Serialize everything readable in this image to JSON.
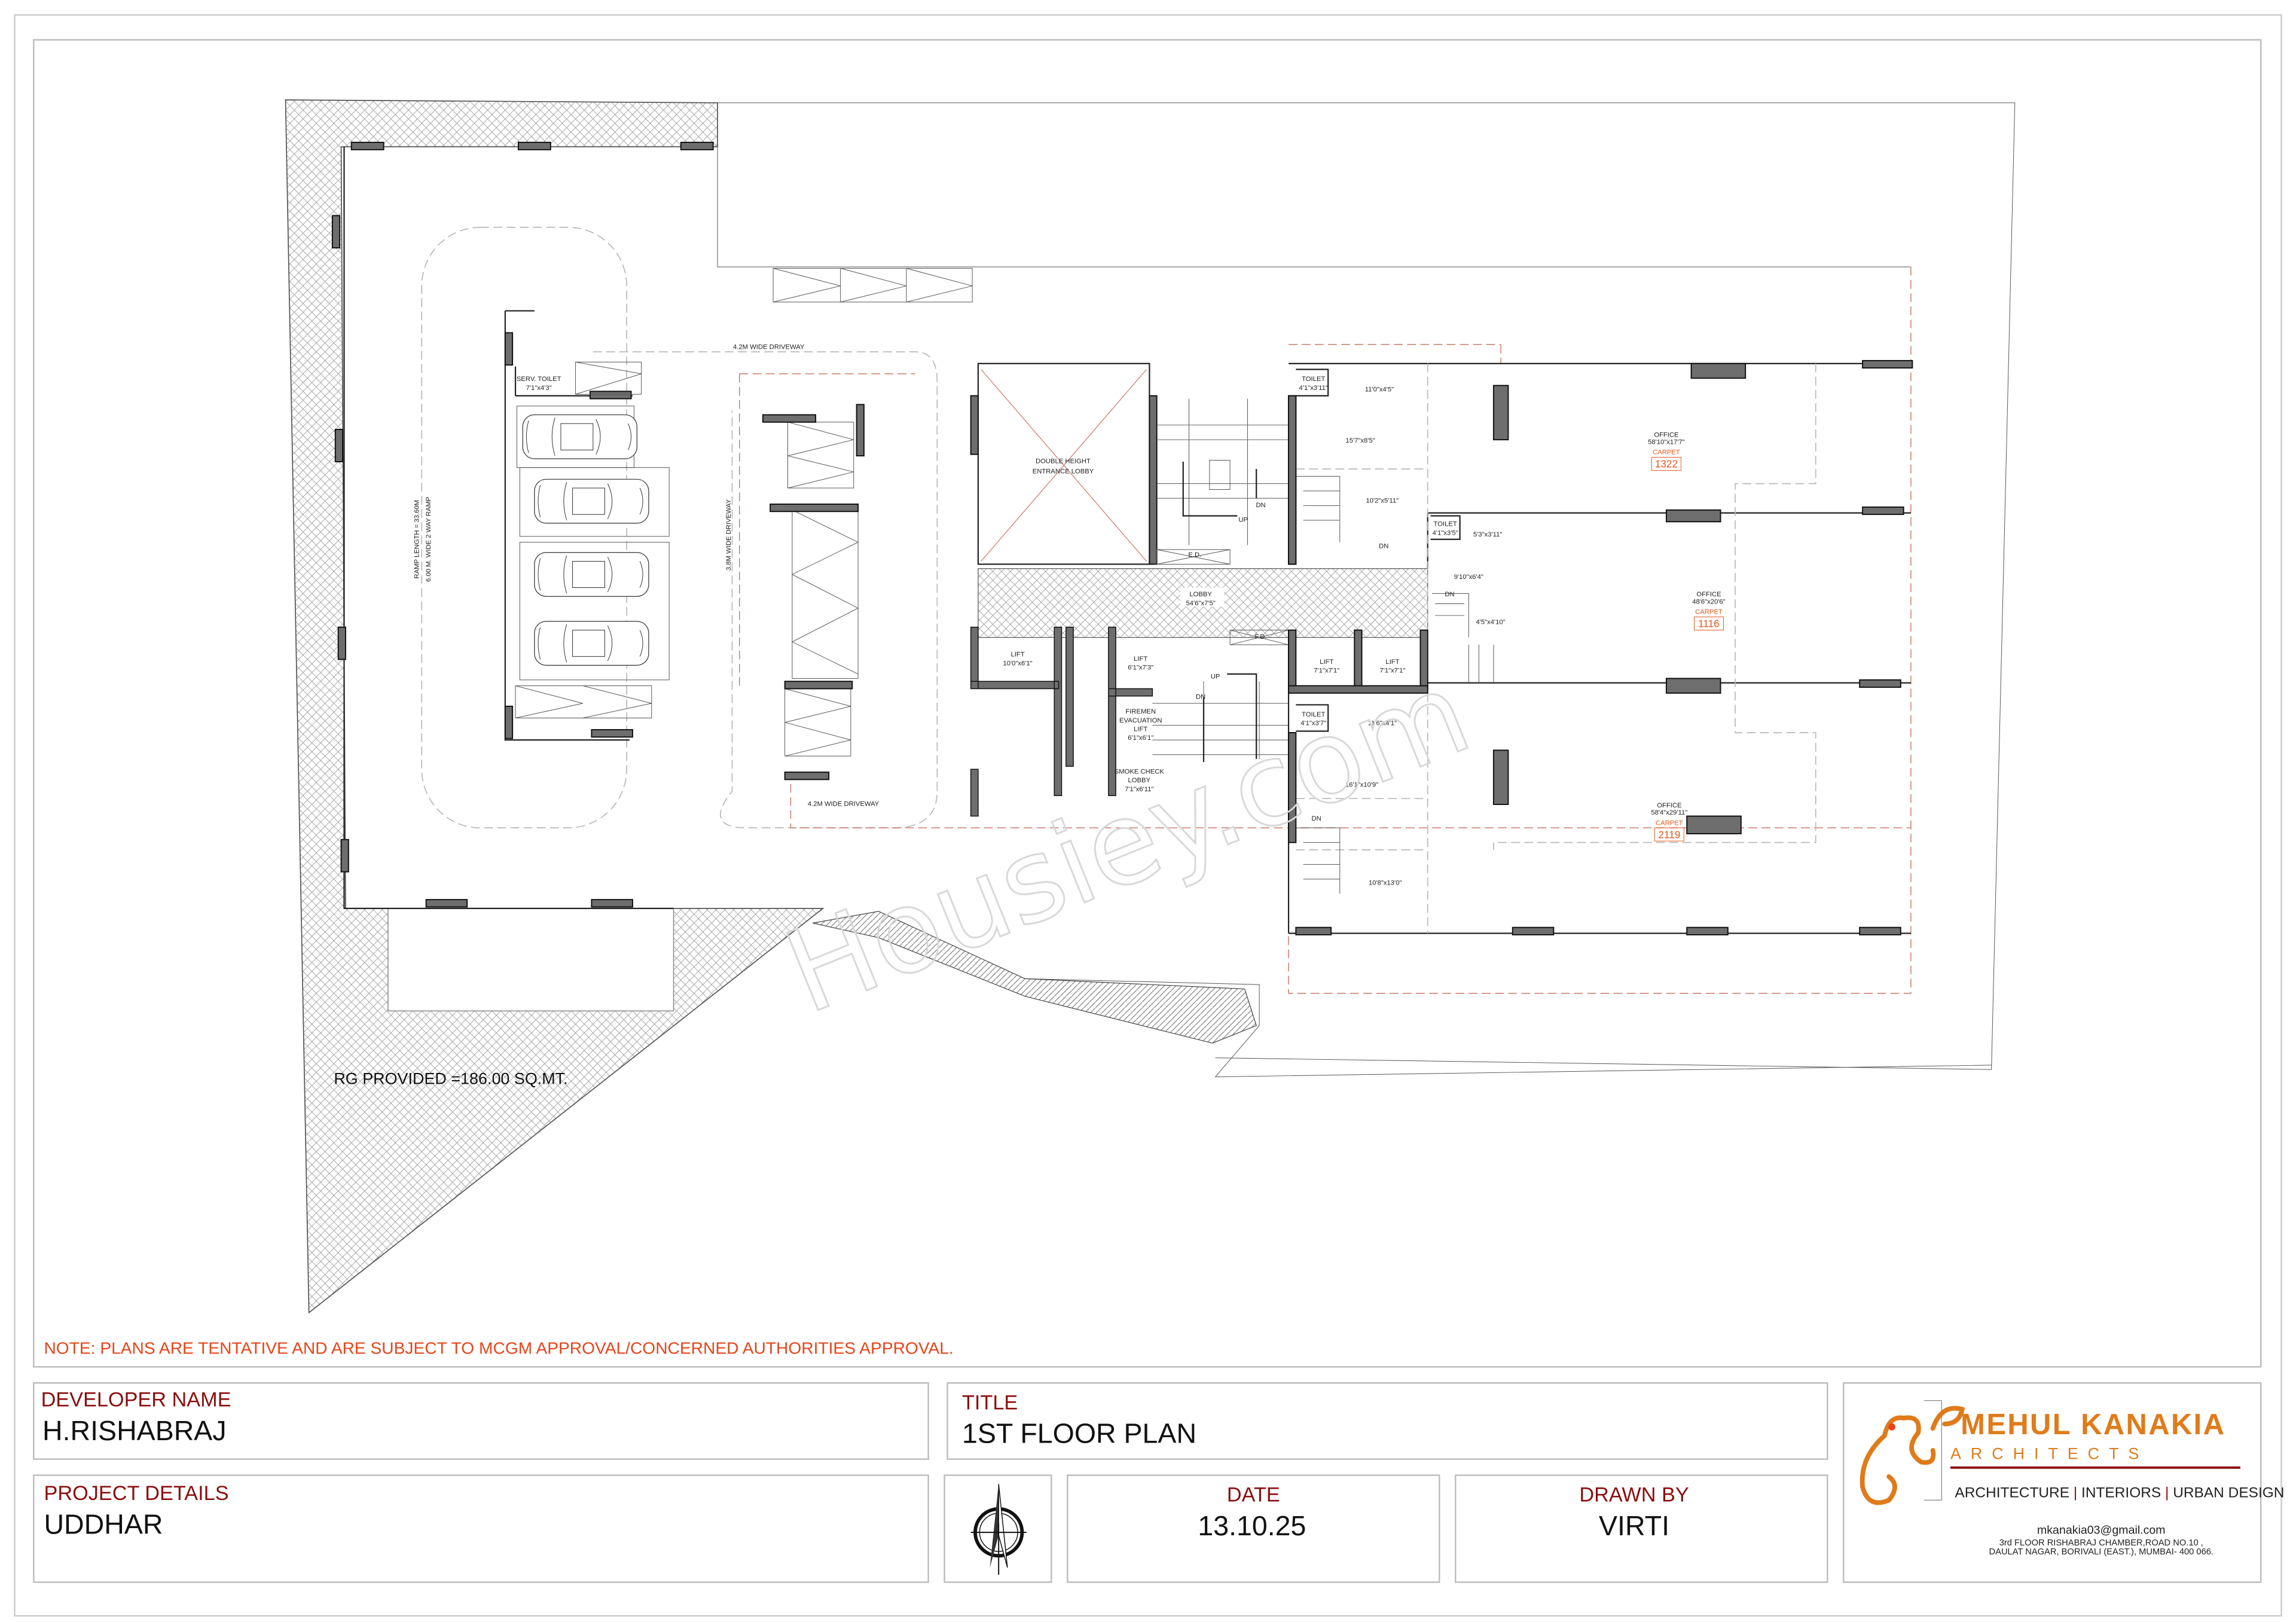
{
  "note": "NOTE: PLANS ARE TENTATIVE AND ARE SUBJECT TO MCGM APPROVAL/CONCERNED AUTHORITIES APPROVAL.",
  "colors": {
    "note": "#e8441a",
    "label": "#8b0e0e",
    "logo": "#e07b1a",
    "carpet": "#e8561a"
  },
  "plan": {
    "rg_provided": "RG PROVIDED =186.00 SQ.MT.",
    "watermark": "Housiey.com",
    "parking": {
      "serv_toilet": "SERV. TOILET",
      "serv_toilet_size": "7'1\"x4'3\"",
      "driveway_top": "4.2M WIDE DRIVEWAY",
      "driveway_mid": "3.8M WIDE DRIVEWAY",
      "driveway_bottom": "4.2M WIDE DRIVEWAY",
      "ramp_length": "RAMP LENGTH = 33.60M",
      "ramp_width": "6.00 M. WIDE 2 WAY RAMP"
    },
    "core": {
      "double_height_1": "DOUBLE HEIGHT",
      "double_height_2": "ENTRANCE LOBBY",
      "stair_up": "UP",
      "stair_dn": "DN",
      "ed": "E.D.",
      "lobby": "LOBBY",
      "lobby_size": "54'6\"x7'5\"",
      "lift1": "LIFT",
      "lift1_size": "10'0\"x6'1\"",
      "lift2": "LIFT",
      "lift2_size": "6'1\"x7'3\"",
      "firemen_1": "FIREMEN",
      "firemen_2": "EVACUATION",
      "firemen_3": "LIFT",
      "firemen_size": "6'1\"x6'1\"",
      "smoke_1": "SMOKE CHECK",
      "smoke_2": "LOBBY",
      "smoke_size": "7'1\"x6'11\"",
      "fd": "F.D.",
      "stair2_up": "UP",
      "stair2_dn": "DN",
      "lift3": "LIFT",
      "lift3_size": "7'1\"x7'1\"",
      "lift4": "LIFT",
      "lift4_size": "7'1\"x7'1\""
    },
    "rooms": {
      "toilet_a": "TOILET",
      "toilet_a_size": "4'1\"x3'11\"",
      "dim_a1": "11'0\"x4'5\"",
      "dim_a2": "15'7\"x8'5\"",
      "dim_a3": "10'2\"x5'11\"",
      "dn_a": "DN",
      "toilet_b": "TOILET",
      "toilet_b_size": "4'1\"x3'5\"",
      "dim_b1": "5'3\"x3'11\"",
      "dim_b2": "9'10\"x6'4\"",
      "dn_b": "DN",
      "dim_b3": "4'5\"x4'10\"",
      "toilet_c": "TOILET",
      "toilet_c_size": "4'1\"x3'7\"",
      "dim_c1": "11'6\"x4'1\"",
      "dim_c2": "16'1\"x10'9\"",
      "dn_c": "DN",
      "dim_c3": "10'8\"x13'0\""
    },
    "offices": [
      {
        "label": "OFFICE",
        "size": "58'10\"x17'7\"",
        "carpet_label": "CARPET",
        "carpet": "1322"
      },
      {
        "label": "OFFICE",
        "size": "48'6\"x20'6\"",
        "carpet_label": "CARPET",
        "carpet": "1116"
      },
      {
        "label": "OFFICE",
        "size": "58'4\"x29'11\"",
        "carpet_label": "CARPET",
        "carpet": "2119"
      }
    ]
  },
  "title_block": {
    "developer_label": "DEVELOPER NAME",
    "developer": "H.RISHABRAJ",
    "title_label": "TITLE",
    "title": "1ST FLOOR PLAN",
    "project_label": "PROJECT DETAILS",
    "project": "UDDHAR",
    "date_label": "DATE",
    "date": "13.10.25",
    "drawn_by_label": "DRAWN BY",
    "drawn_by": "VIRTI",
    "compass_icon": "north-arrow-icon"
  },
  "firm": {
    "name": "MEHUL KANAKIA",
    "subtitle": "ARCHITECTS",
    "services": [
      "ARCHITECTURE",
      "INTERIORS",
      "URBAN DESIGN"
    ],
    "email": "mkanakia03@gmail.com",
    "address_1": "3rd FLOOR RISHABRAJ CHAMBER,ROAD NO.10 ,",
    "address_2": "DAULAT NAGAR, BORIVALI (EAST.), MUMBAI- 400 066."
  }
}
